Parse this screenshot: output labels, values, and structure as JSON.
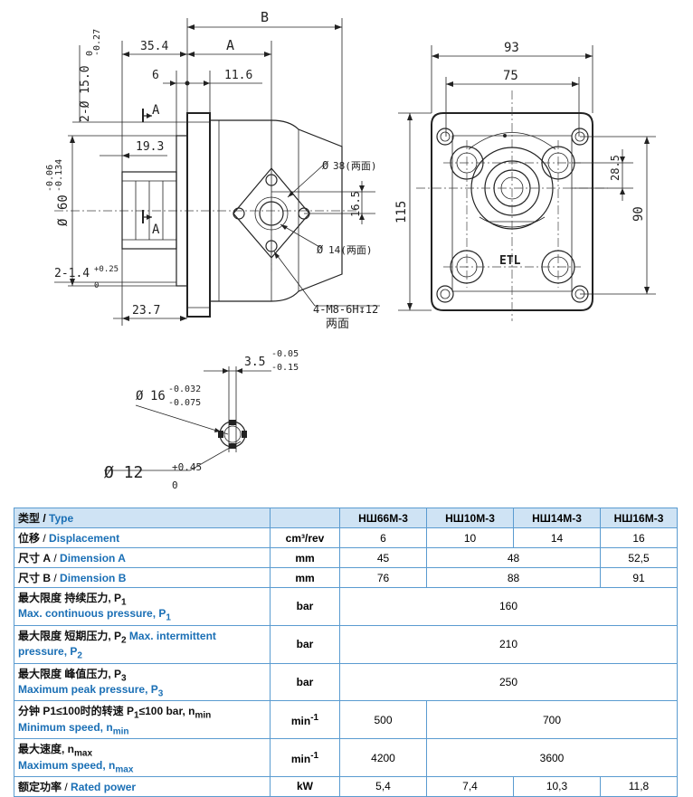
{
  "drawing": {
    "dims": {
      "B": "B",
      "A": "A",
      "d35_4": "35.4",
      "d6": "6",
      "d11_6": "11.6",
      "d19_3": "19.3",
      "d23_7": "23.7",
      "phi60": "60",
      "phi60_tol_up": "-0.06",
      "phi60_tol_dn": "-0.134",
      "phi15": "2-Ø 15.0",
      "phi15_tol_up": "0",
      "phi15_tol_dn": "-0.27",
      "d2_1_4": "2-1.4",
      "d2_1_4_up": "+0.25",
      "d2_1_4_dn": "0",
      "phi38": "38(两面)",
      "phi14": "14(两面)",
      "d16_5": "16.5",
      "thread": "4-M8-6H↧12",
      "both_sides": "两面",
      "section_a": "A",
      "d93": "93",
      "d75": "75",
      "d115": "115",
      "d90": "90",
      "d28_5": "28.5",
      "logo": "ETL",
      "d3_5": "3.5",
      "d3_5_up": "-0.05",
      "d3_5_dn": "-0.15",
      "phi16": "16",
      "phi16_up": "-0.032",
      "phi16_dn": "-0.075",
      "phi12": "Ø 12",
      "phi12_up": "+0.45",
      "phi12_dn": "0"
    }
  },
  "table": {
    "header": {
      "cn": "类型",
      "en": "Type",
      "models": [
        "НШ66М-3",
        "НШ10М-3",
        "НШ14М-3",
        "НШ16М-3"
      ]
    },
    "rows": {
      "displacement": {
        "cn": "位移",
        "en": "Displacement",
        "unit": "cm³/rev",
        "v1": "6",
        "v2": "10",
        "v3": "14",
        "v4": "16"
      },
      "dim_a": {
        "cn": "尺寸 A",
        "en": "Dimension A",
        "unit": "mm",
        "v1": "45",
        "v23": "48",
        "v4": "52,5"
      },
      "dim_b": {
        "cn": "尺寸 B",
        "en": "Dimension B",
        "unit": "mm",
        "v1": "76",
        "v23": "88",
        "v4": "91"
      },
      "p1": {
        "cn": "最大限度  持续压力, P",
        "sub_cn": "1",
        "en": "Max. continuous pressure, P",
        "sub_en": "1",
        "unit": "bar",
        "v": "160"
      },
      "p2": {
        "cn": "最大限度  短期压力, P",
        "sub_cn": "2",
        "en_inline": " Max. intermittent",
        "en2": "pressure, P",
        "sub_en": "2",
        "unit": "bar",
        "v": "210"
      },
      "p3": {
        "cn": "最大限度 峰值压力, P",
        "sub_cn": "3",
        "en": "Maximum peak pressure, P",
        "sub_en": "3",
        "unit": "bar",
        "v": "250"
      },
      "nmin": {
        "cn": "分钟  P1≤100时的转速 P",
        "sub_cn": "1",
        "cn2": "≤100 bar, n",
        "sub_cn2": "min",
        "en": "Minimum speed, n",
        "sub_en": "min",
        "unit": "min",
        "unit_sup": "-1",
        "v1": "500",
        "v234": "700"
      },
      "nmax": {
        "cn": "最大速度, n",
        "sub_cn": "max",
        "en": "Maximum speed, n",
        "sub_en": "max",
        "unit": "min",
        "unit_sup": "-1",
        "v1": "4200",
        "v234": "3600"
      },
      "power": {
        "cn": "额定功率",
        "en": "Rated power",
        "unit": "kW",
        "v1": "5,4",
        "v2": "7,4",
        "v3": "10,3",
        "v4": "11,8"
      }
    }
  }
}
